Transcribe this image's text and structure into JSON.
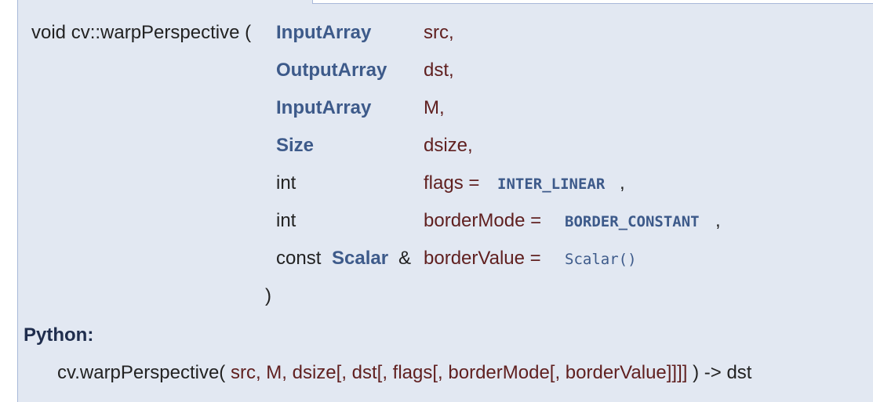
{
  "signature": {
    "prefix": "void cv::warpPerspective (",
    "params": [
      {
        "type": "InputArray",
        "name": "src,",
        "default": "",
        "suffix": ""
      },
      {
        "type": "OutputArray",
        "name": "dst,",
        "default": "",
        "suffix": ""
      },
      {
        "type": "InputArray",
        "name": "M,",
        "default": "",
        "suffix": ""
      },
      {
        "type": "Size",
        "name": "dsize,",
        "default": "",
        "suffix": ""
      },
      {
        "type": "int",
        "name": "flags =",
        "default": "INTER_LINEAR",
        "suffix": ","
      },
      {
        "type": "int",
        "name": "borderMode =",
        "default": "BORDER_CONSTANT",
        "suffix": ","
      },
      {
        "type_prefix": "const",
        "type": "Scalar",
        "type_suffix": "&",
        "name": "borderValue =",
        "default": "Scalar()",
        "suffix": ""
      }
    ],
    "close": ")"
  },
  "python": {
    "label": "Python:",
    "func": "cv.warpPerspective(",
    "args": "src, M, dsize[, dst[, flags[, borderMode[, borderValue]]]]",
    "ret": ") -> dst"
  }
}
